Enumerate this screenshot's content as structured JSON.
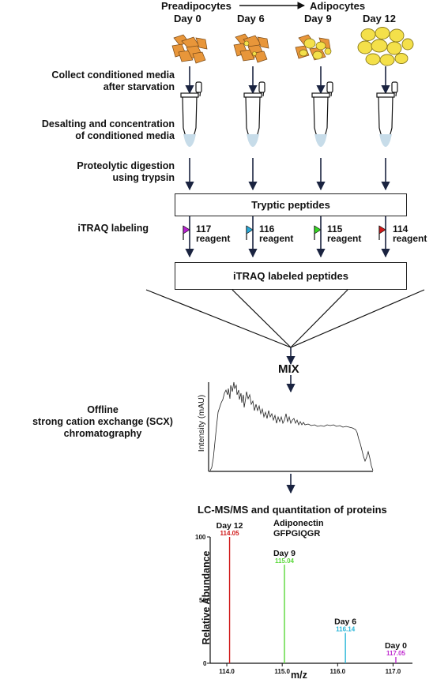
{
  "header": {
    "preadipocytes": "Preadipocytes",
    "adipocytes": "Adipocytes",
    "days": [
      "Day 0",
      "Day 6",
      "Day 9",
      "Day 12"
    ]
  },
  "steps": {
    "collect": [
      "Collect conditioned media",
      "after starvation"
    ],
    "desalt": [
      "Desalting and concentration",
      "of conditioned media"
    ],
    "digest": [
      "Proteolytic digestion",
      "using trypsin"
    ],
    "itraq": "iTRAQ labeling",
    "offline": [
      "Offline",
      "strong cation exchange (SCX)",
      "chromatography"
    ],
    "lcms": "LC-MS/MS and quantitation of proteins"
  },
  "boxes": {
    "tryptic": "Tryptic peptides",
    "labeled": "iTRAQ labeled peptides"
  },
  "reagents": [
    {
      "mass": "117",
      "label": "reagent",
      "color": "#b61fd0"
    },
    {
      "mass": "116",
      "label": "reagent",
      "color": "#29a9d8"
    },
    {
      "mass": "115",
      "label": "reagent",
      "color": "#35d622"
    },
    {
      "mass": "114",
      "label": "reagent",
      "color": "#d01818"
    }
  ],
  "mix": "MIX",
  "scx": {
    "ylabel": "Intensity (mAU)"
  },
  "spectrum": {
    "protein": "Adiponectin",
    "peptide": "GFPGIQGR",
    "ylabel": "Relative Abundance",
    "xlabel": "m/z",
    "yticks": [
      "0",
      "50",
      "100"
    ],
    "xticks": [
      "114.0",
      "115.0",
      "116.0",
      "117.0"
    ]
  },
  "chart_data": {
    "type": "bar",
    "xlabel": "m/z",
    "ylabel": "Relative Abundance",
    "ylim": [
      0,
      100
    ],
    "xlim": [
      113.7,
      117.35
    ],
    "series": [
      {
        "name": "Day 12",
        "x": 114.05,
        "y": 100,
        "label": "114.05",
        "color": "#d01818"
      },
      {
        "name": "Day 9",
        "x": 115.04,
        "y": 78,
        "label": "115.04",
        "color": "#5ad83a"
      },
      {
        "name": "Day 6",
        "x": 116.14,
        "y": 24,
        "label": "116.14",
        "color": "#29b6d8"
      },
      {
        "name": "Day 0",
        "x": 117.05,
        "y": 5,
        "label": "117.05",
        "color": "#c12fd0"
      }
    ]
  }
}
